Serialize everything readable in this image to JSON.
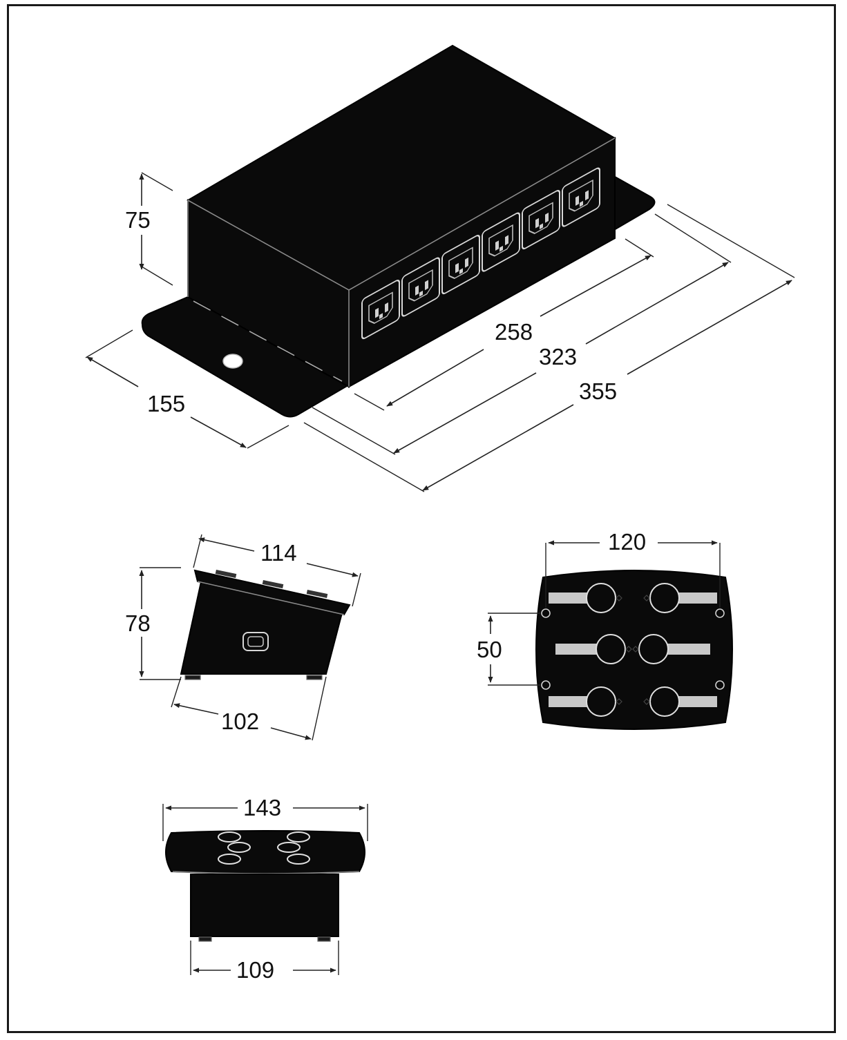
{
  "iso_view": {
    "height_dim": "75",
    "depth_dim": "155",
    "socket_span_dim": "258",
    "body_length_dim": "323",
    "overall_length_dim": "355",
    "socket_count": 6
  },
  "side_view": {
    "top_dim": "114",
    "height_dim": "78",
    "bottom_dim": "102"
  },
  "bottom_view": {
    "hole_spacing_x_dim": "120",
    "hole_spacing_y_dim": "50"
  },
  "end_view": {
    "flange_width_dim": "143",
    "body_width_dim": "109"
  },
  "colors": {
    "body": "#0a0a0a",
    "line": "#222222",
    "highlight": "#c8c8c8"
  }
}
